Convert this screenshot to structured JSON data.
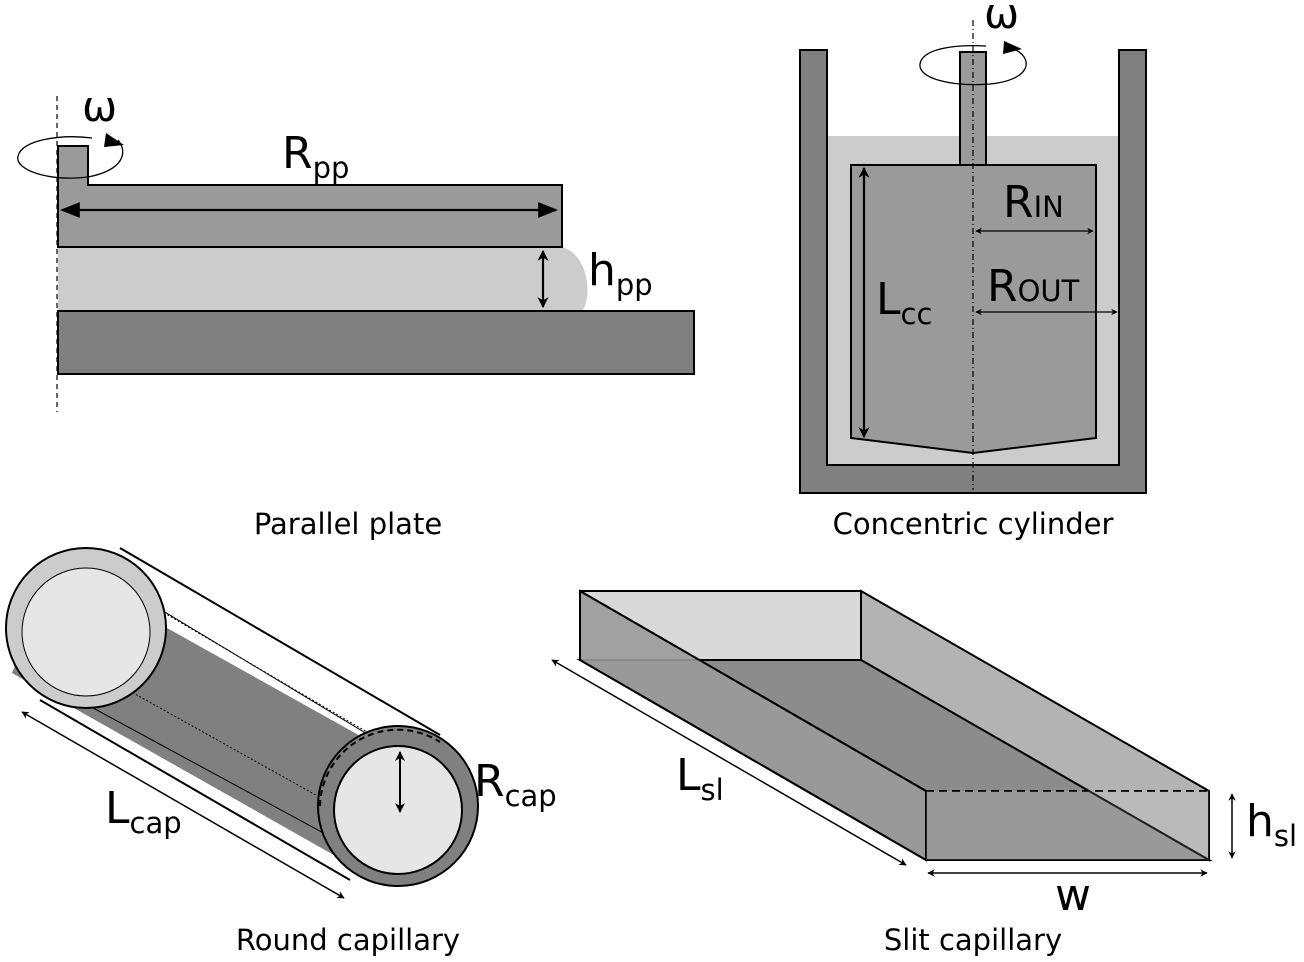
{
  "parallel_plate": {
    "caption": "Parallel plate",
    "omega": "ω",
    "radius_main": "R",
    "radius_sub": "pp",
    "gap_main": "h",
    "gap_sub": "pp"
  },
  "concentric_cylinder": {
    "caption": "Concentric cylinder",
    "omega": "ω",
    "r_in_main": "R",
    "r_in_sub": "IN",
    "r_out_main": "R",
    "r_out_sub": "OUT",
    "length_main": "L",
    "length_sub": "cc"
  },
  "round_capillary": {
    "caption": "Round capillary",
    "length_main": "L",
    "length_sub": "cap",
    "radius_main": "R",
    "radius_sub": "cap"
  },
  "slit_capillary": {
    "caption": "Slit capillary",
    "length_main": "L",
    "length_sub": "sl",
    "height_main": "h",
    "height_sub": "sl",
    "width": "w"
  },
  "colors": {
    "dark": "#808080",
    "mid": "#9a9a9a",
    "fluid": "#cccccc",
    "light": "#e6e6e6",
    "slit_top": "#b3b3b3",
    "slit_front": "#d9d9d9",
    "slit_floor": "#8c8c8c"
  }
}
